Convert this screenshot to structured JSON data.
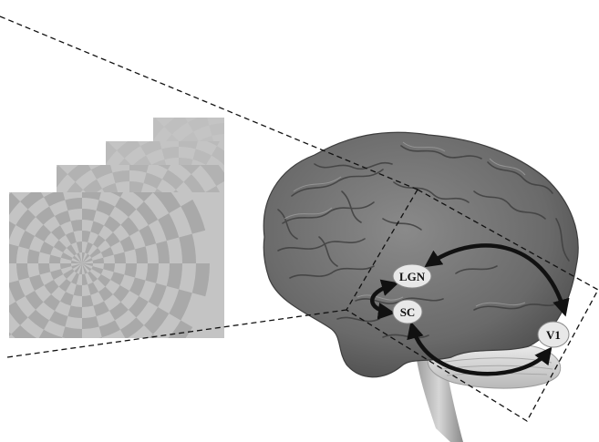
{
  "figure": {
    "nodes": {
      "lgn": "LGN",
      "sc": "SC",
      "v1": "V1"
    },
    "stimulus": {
      "frames": 4,
      "pattern": "radial-checkerboard",
      "contrast_levels": [
        1.0,
        0.65,
        0.38,
        0.18
      ]
    },
    "colors": {
      "background": "#ffffff",
      "frame": "#c4c4c4",
      "checker_dark": "#a9a9a9",
      "brain": "#6f6f6f",
      "cerebellum": "#d4d4d4",
      "node_fill": "#e8e8e8",
      "arrows": "#111111",
      "dashed_lines": "#111111"
    }
  }
}
